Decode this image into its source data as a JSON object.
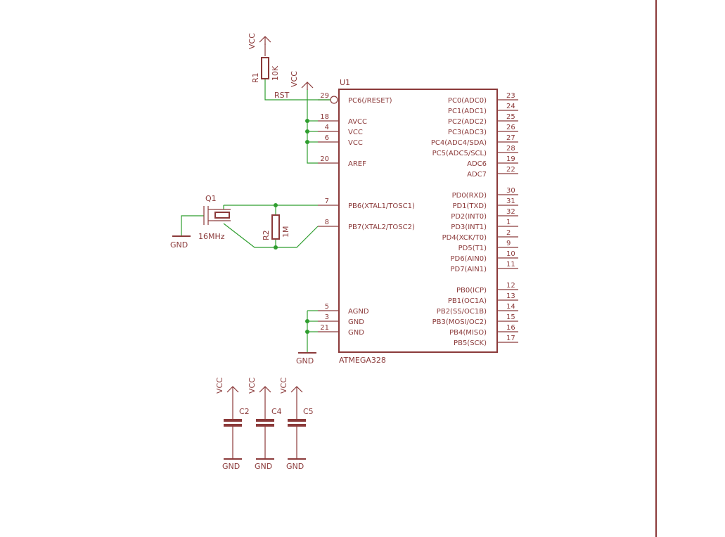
{
  "colors": {
    "symbol": "#8b3a3a",
    "net": "#2f9e2f",
    "background": "#ffffff"
  },
  "ic": {
    "name": "U1",
    "value": "ATMEGA328",
    "left_pins": [
      {
        "num": "29",
        "label": "PC6(/RESET)"
      },
      {
        "num": "18",
        "label": "AVCC"
      },
      {
        "num": "4",
        "label": "VCC"
      },
      {
        "num": "6",
        "label": "VCC"
      },
      {
        "num": "20",
        "label": "AREF"
      },
      {
        "num": "7",
        "label": "PB6(XTAL1/TOSC1)"
      },
      {
        "num": "8",
        "label": "PB7(XTAL2/TOSC2)"
      },
      {
        "num": "5",
        "label": "AGND"
      },
      {
        "num": "3",
        "label": "GND"
      },
      {
        "num": "21",
        "label": "GND"
      }
    ],
    "right_pins": [
      {
        "num": "23",
        "label": "PC0(ADC0)"
      },
      {
        "num": "24",
        "label": "PC1(ADC1)"
      },
      {
        "num": "25",
        "label": "PC2(ADC2)"
      },
      {
        "num": "26",
        "label": "PC3(ADC3)"
      },
      {
        "num": "27",
        "label": "PC4(ADC4/SDA)"
      },
      {
        "num": "28",
        "label": "PC5(ADC5/SCL)"
      },
      {
        "num": "19",
        "label": "ADC6"
      },
      {
        "num": "22",
        "label": "ADC7"
      },
      {
        "num": "30",
        "label": "PD0(RXD)"
      },
      {
        "num": "31",
        "label": "PD1(TXD)"
      },
      {
        "num": "32",
        "label": "PD2(INT0)"
      },
      {
        "num": "1",
        "label": "PD3(INT1)"
      },
      {
        "num": "2",
        "label": "PD4(XCK/T0)"
      },
      {
        "num": "9",
        "label": "PD5(T1)"
      },
      {
        "num": "10",
        "label": "PD6(AIN0)"
      },
      {
        "num": "11",
        "label": "PD7(AIN1)"
      },
      {
        "num": "12",
        "label": "PB0(ICP)"
      },
      {
        "num": "13",
        "label": "PB1(OC1A)"
      },
      {
        "num": "14",
        "label": "PB2(SS/OC1B)"
      },
      {
        "num": "15",
        "label": "PB3(MOSI/OC2)"
      },
      {
        "num": "16",
        "label": "PB4(MISO)"
      },
      {
        "num": "17",
        "label": "PB5(SCK)"
      }
    ]
  },
  "r1": {
    "name": "R1",
    "value": "10K"
  },
  "r2": {
    "name": "R2",
    "value": "1M"
  },
  "q1": {
    "name": "Q1",
    "value": "16MHz"
  },
  "net_rst": "RST",
  "supply_vcc": "VCC",
  "supply_gnd": "GND",
  "caps": [
    {
      "name": "C2"
    },
    {
      "name": "C4"
    },
    {
      "name": "C5"
    }
  ]
}
